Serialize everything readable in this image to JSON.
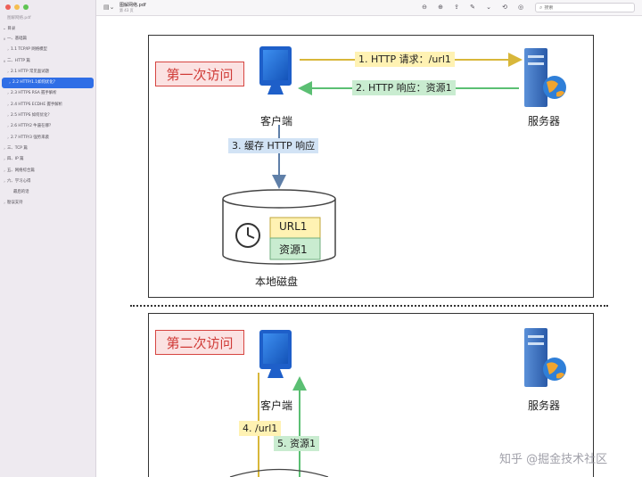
{
  "sidebar": {
    "file_title": "图解网络.pdf",
    "heading": "目录",
    "items": [
      {
        "label": "一、基础篇",
        "level": 0,
        "chev": "∨",
        "active": false
      },
      {
        "label": "1.1 TCP/IP 网络模型",
        "level": 1,
        "chev": "›",
        "active": false
      },
      {
        "label": "二、HTTP 篇",
        "level": 0,
        "chev": "∨",
        "active": false
      },
      {
        "label": "2.1 HTTP 常见面试题",
        "level": 1,
        "chev": "›",
        "active": false
      },
      {
        "label": "2.2 HTTP/1.1如何优化？",
        "level": 1,
        "chev": "›",
        "active": true
      },
      {
        "label": "2.3 HTTPS RSA 握手解析",
        "level": 1,
        "chev": "›",
        "active": false
      },
      {
        "label": "2.4 HTTPS ECDHE 握手解析",
        "level": 1,
        "chev": "›",
        "active": false
      },
      {
        "label": "2.5 HTTPS 如何优化？",
        "level": 1,
        "chev": "›",
        "active": false
      },
      {
        "label": "2.6 HTTP/2 牛逼在哪？",
        "level": 1,
        "chev": "›",
        "active": false
      },
      {
        "label": "2.7 HTTP/3 强势来袭",
        "level": 1,
        "chev": "›",
        "active": false
      },
      {
        "label": "三、TCP 篇",
        "level": 0,
        "chev": "›",
        "active": false
      },
      {
        "label": "四、IP 篇",
        "level": 0,
        "chev": "›",
        "active": false
      },
      {
        "label": "五、网络综合篇",
        "level": 0,
        "chev": "›",
        "active": false
      },
      {
        "label": "六、学习心得",
        "level": 0,
        "chev": "›",
        "active": false
      },
      {
        "label": "最后的话",
        "level": 2,
        "chev": "",
        "active": false
      },
      {
        "label": "勘误支持",
        "level": 0,
        "chev": "›",
        "active": false
      }
    ]
  },
  "toolbar": {
    "title": "图解网络.pdf",
    "subtitle": "第 43 页",
    "sidebar_icon": "sidebar-toggle-icon",
    "icons": [
      "zoom-out-icon",
      "zoom-in-icon",
      "share-icon",
      "markup-icon",
      "chevron-down-icon",
      "rotate-icon",
      "annotate-icon"
    ],
    "search_placeholder": "搜索"
  },
  "diagram": {
    "first": {
      "title": "第一次访问",
      "client_label": "客户端",
      "server_label": "服务器",
      "req_label": "1. HTTP 请求：/url1",
      "resp_label": "2. HTTP 响应：资源1",
      "cache_label": "3. 缓存 HTTP 响应",
      "cache_key": "URL1",
      "cache_val": "资源1",
      "disk_label": "本地磁盘"
    },
    "second": {
      "title": "第二次访问",
      "client_label": "客户端",
      "server_label": "服务器",
      "step4": "4. /url1",
      "step5": "5. 资源1"
    },
    "colors": {
      "yellow_arrow": "#d8b73a",
      "green_arrow": "#5bbf73",
      "blue_arrow": "#5f7fa8",
      "title_red": "#d64541"
    }
  },
  "watermark": "知乎 @掘金技术社区"
}
